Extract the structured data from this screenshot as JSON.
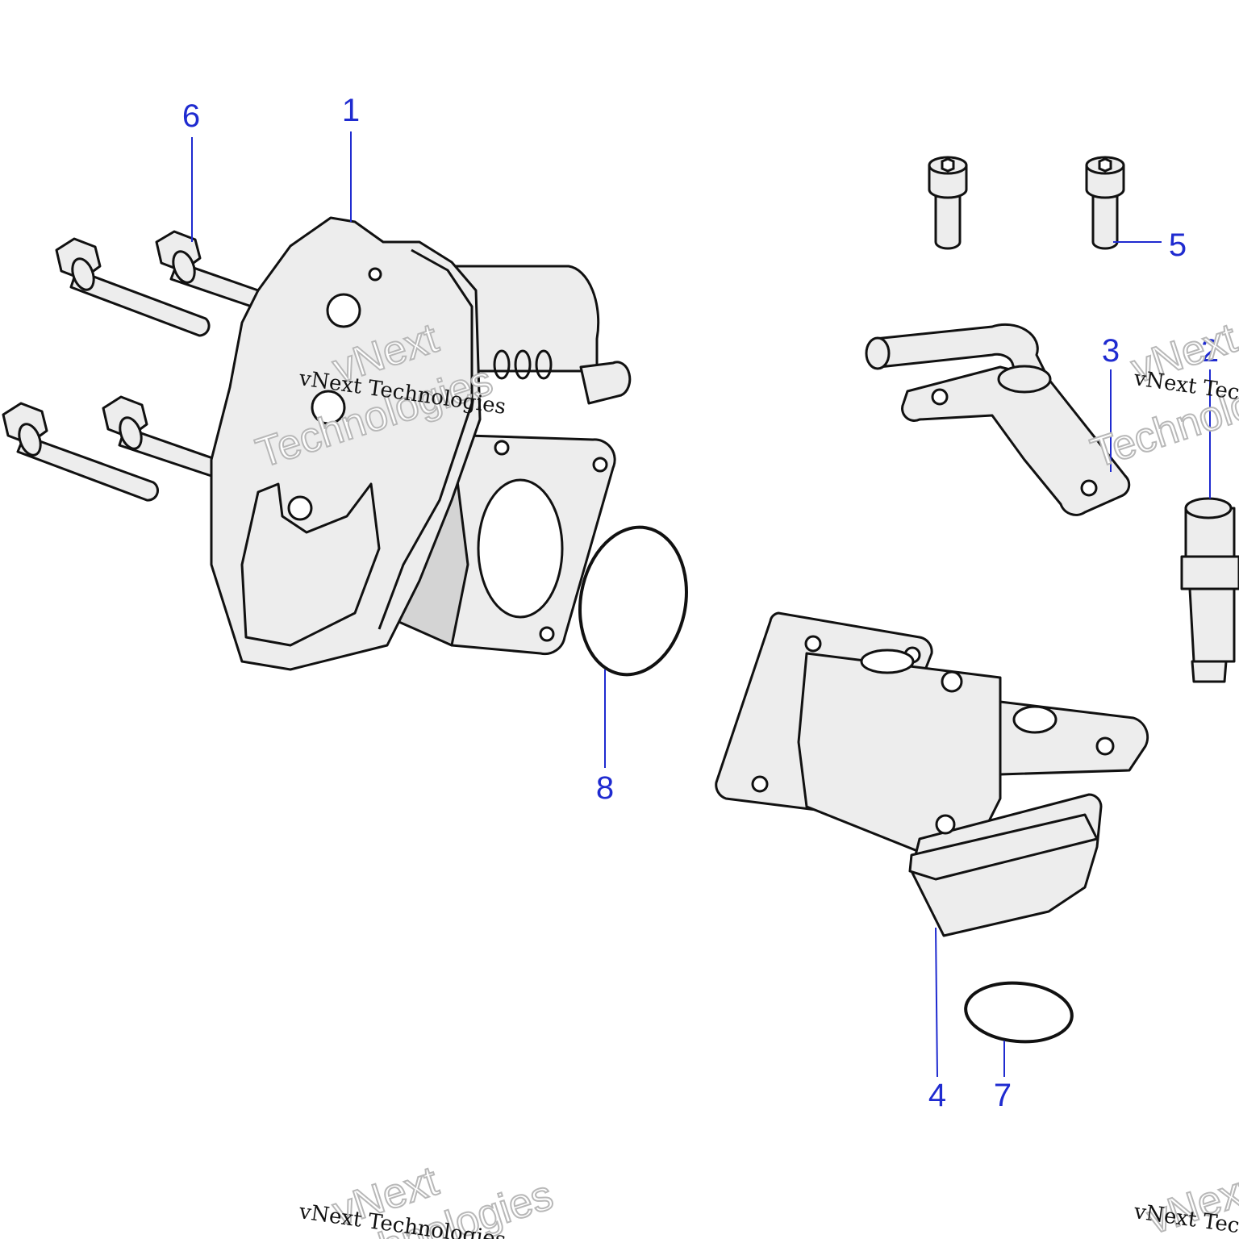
{
  "diagram": {
    "callouts": [
      "1",
      "2",
      "3",
      "4",
      "5",
      "6",
      "7",
      "8"
    ]
  },
  "watermark": {
    "brand_line": "vNext Technologies",
    "brand_word_1": "vNext",
    "brand_word_2": "Technologies"
  },
  "colors": {
    "callout": "#1f2bd0",
    "line": "#111111",
    "part_fill": "#ededed"
  }
}
